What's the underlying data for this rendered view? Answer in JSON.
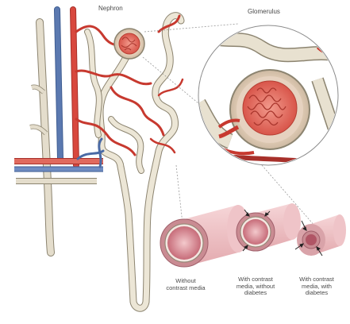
{
  "labels": {
    "nephron": "Nephron",
    "glomerulus": "Glomerulus"
  },
  "captions": [
    "Without\ncontrast media",
    "With contrast\nmedia, without\ndiabetes",
    "With contrast\nmedia, with\ndiabetes"
  ],
  "colors": {
    "artery": "#d8483e",
    "vein": "#5b79b0",
    "tubule": "#e4ddcc",
    "tubule_outline": "#8c8470",
    "glomerulus": "#e0675a",
    "vessel_wall": "#c98b92",
    "vessel_lumen": "#e9b9bd"
  }
}
